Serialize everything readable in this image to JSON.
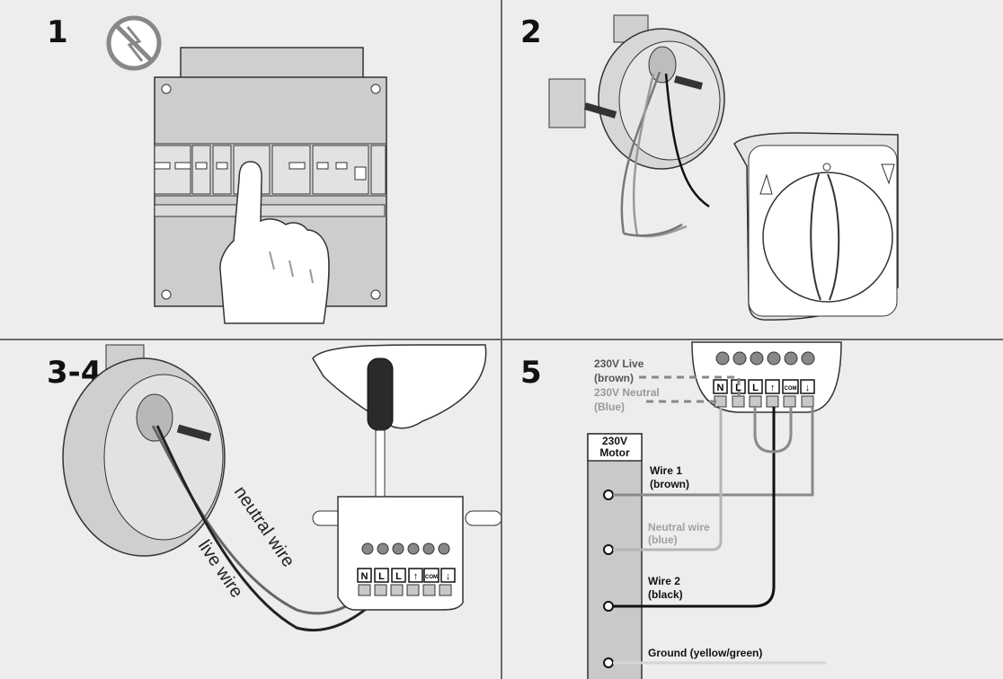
{
  "steps": [
    {
      "number": "1"
    },
    {
      "number": "2"
    },
    {
      "number": "3-4"
    },
    {
      "number": "5"
    }
  ],
  "step34": {
    "neutral_label": "neutral wire",
    "live_label": "live wire"
  },
  "module": {
    "terminals": [
      "N",
      "L",
      "L",
      "↑",
      "COM",
      "↓"
    ]
  },
  "step5": {
    "supply_live": [
      "230V Live",
      "(brown)"
    ],
    "supply_neutral": [
      "230V Neutral",
      "(Blue)"
    ],
    "motor_header": [
      "230V",
      "Motor"
    ],
    "motor_wires": [
      {
        "line1": "Wire 1",
        "line2": "(brown)"
      },
      {
        "line1": "Neutral wire",
        "line2": "(blue)"
      },
      {
        "line1": "Wire 2",
        "line2": "(black)"
      },
      {
        "line1": "Ground (yellow/green)",
        "line2": ""
      }
    ]
  },
  "colors": {
    "panel_bg": "#ededed",
    "divider": "#6a6a6a",
    "ink": "#111111",
    "gray_wire": "#8a8a8a",
    "light_wire": "#b5b5b5"
  }
}
